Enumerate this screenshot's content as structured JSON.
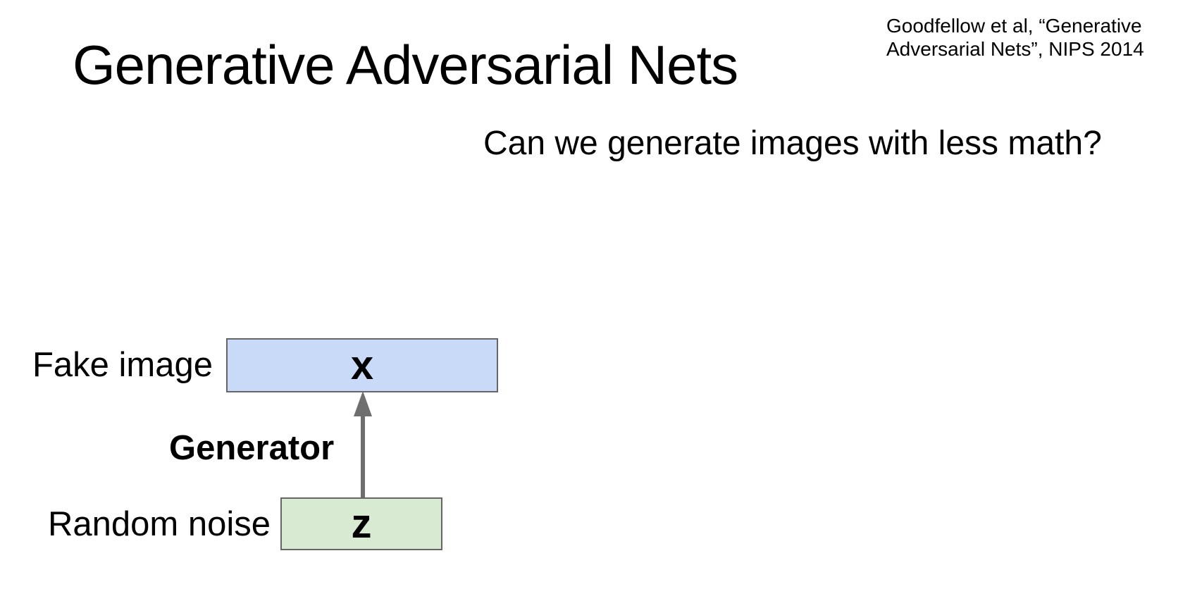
{
  "slide": {
    "title": "Generative Adversarial Nets",
    "citation": {
      "line1": "Goodfellow et al, “Generative",
      "line2": "Adversarial Nets”, NIPS 2014"
    },
    "subtitle": "Can we generate images with less math?",
    "colors": {
      "background": "#ffffff",
      "text": "#000000"
    }
  },
  "diagram": {
    "nodes": {
      "x_box": {
        "letter": "x",
        "label": "Fake image",
        "fill": "#c9daf8",
        "border": "#666666"
      },
      "z_box": {
        "letter": "z",
        "label": "Random noise",
        "fill": "#d9ead3",
        "border": "#666666"
      }
    },
    "arrow": {
      "label": "Generator",
      "color": "#6e6e6e"
    }
  }
}
